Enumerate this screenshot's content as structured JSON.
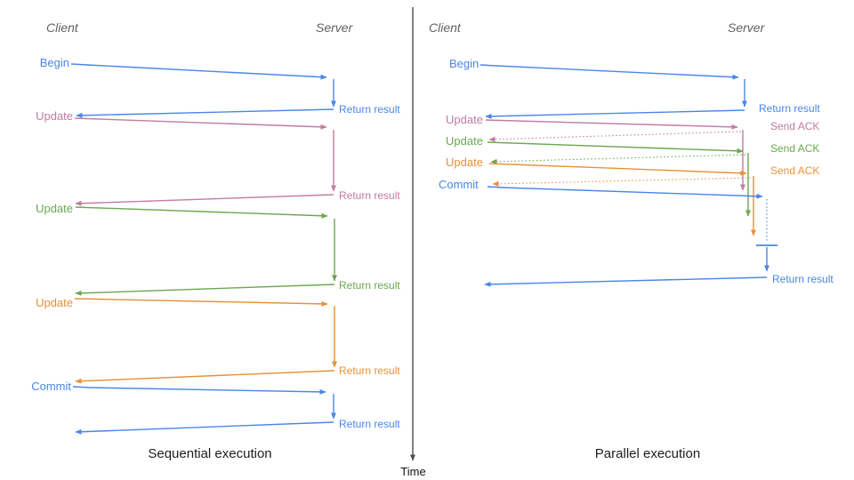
{
  "panels": [
    {
      "id": "sequential",
      "client_header": "Client",
      "server_header": "Server",
      "caption": "Sequential execution",
      "messages": [
        {
          "request": "Begin",
          "response": "Return result",
          "color": "#4a86e8"
        },
        {
          "request": "Update",
          "response": "Return result",
          "color": "#c27ba0"
        },
        {
          "request": "Update",
          "response": "Return result",
          "color": "#6aa84f"
        },
        {
          "request": "Update",
          "response": "Return result",
          "color": "#e69138"
        },
        {
          "request": "Commit",
          "response": "Return result",
          "color": "#4a86e8"
        }
      ]
    },
    {
      "id": "parallel",
      "client_header": "Client",
      "server_header": "Server",
      "caption": "Parallel execution",
      "messages": [
        {
          "request": "Begin",
          "response": "Return result",
          "color": "#4a86e8"
        },
        {
          "request": "Update",
          "response": "Send ACK",
          "color": "#c27ba0"
        },
        {
          "request": "Update",
          "response": "Send ACK",
          "color": "#6aa84f"
        },
        {
          "request": "Update",
          "response": "Send ACK",
          "color": "#e69138"
        },
        {
          "request": "Commit",
          "response": "Return result",
          "color": "#4a86e8"
        }
      ]
    }
  ],
  "time_axis": {
    "label": "Time"
  },
  "colors": {
    "blue": "#4a86e8",
    "pink": "#c27ba0",
    "green": "#6aa84f",
    "orange": "#e69138",
    "axis": "#4d4d4d",
    "header_text": "#616161",
    "background": "#ffffff"
  }
}
